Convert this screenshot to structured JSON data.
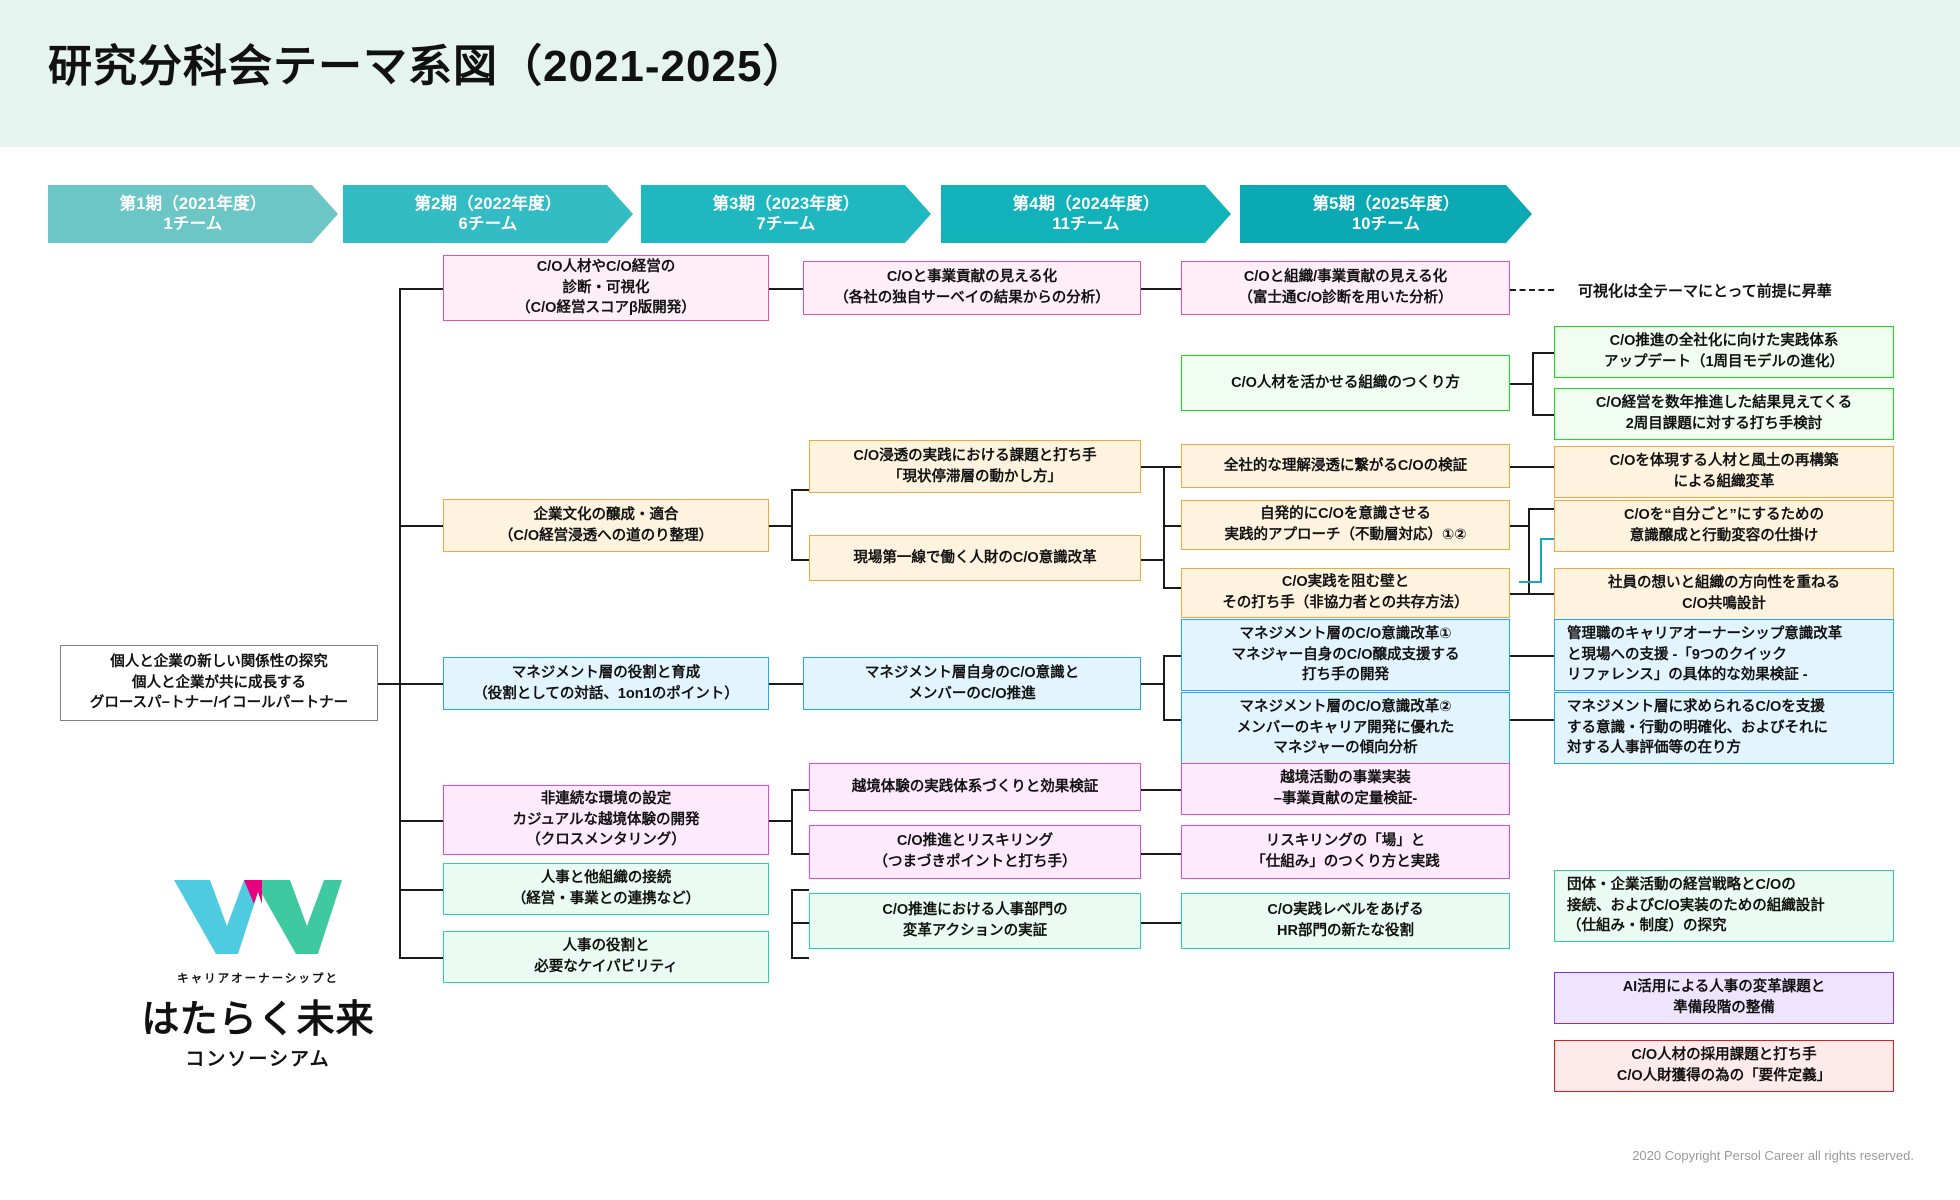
{
  "header": {
    "title": "研究分科会テーマ系図（2021-2025）",
    "band_color": "#e6f4ef"
  },
  "phases": [
    {
      "name": "第1期（2021年度）",
      "teams": "1チーム",
      "color": "#6cc6c6"
    },
    {
      "name": "第2期（2022年度）",
      "teams": "6チーム",
      "color": "#34bcc4"
    },
    {
      "name": "第3期（2023年度）",
      "teams": "7チーム",
      "color": "#20b8c0"
    },
    {
      "name": "第4期（2024年度）",
      "teams": "11チーム",
      "color": "#12b2bb"
    },
    {
      "name": "第5期（2025年度）",
      "teams": "10チーム",
      "color": "#0aa9b4"
    }
  ],
  "annotation": {
    "visualization_note": "可視化は全テーマにとって前提に昇華"
  },
  "nodes": {
    "root": "個人と企業の新しい関係性の探究\n個人と企業が共に成長する\nグロースパ−トナー/イコールパートナー",
    "p2_diag": "C/O人材やC/O経営の\n診断・可視化\n（C/O経営スコアβ版開発）",
    "p2_culture": "企業文化の醸成・適合\n（C/O経営浸透への道のり整理）",
    "p2_mgmt": "マネジメント層の役割と育成\n（役割としての対話、1on1のポイント）",
    "p2_noncontinuous": "非連続な環境の設定\nカジュアルな越境体験の開発\n（クロスメンタリング）",
    "p2_hr_connect": "人事と他組織の接続\n（経営・事業との連携など）",
    "p2_hr_role": "人事の役割と\n必要なケイパビリティ",
    "p3_contrib": "C/Oと事業貢献の見える化\n（各社の独自サーベイの結果からの分析）",
    "p3_penetration": "C/O浸透の実践における課題と打ち手\n「現状停滞層の動かし方」",
    "p3_frontline": "現場第一線で働く人財のC/O意識改革",
    "p3_mgmt_self": "マネジメント層自身のC/O意識と\nメンバーのC/O推進",
    "p3_cross_border": "越境体験の実践体系づくりと効果検証",
    "p3_reskilling": "C/O推進とリスキリング\n（つまづきポイントと打ち手）",
    "p3_hr_action": "C/O推進における人事部門の\n変革アクションの実証",
    "p4_org_contrib": "C/Oと組織/事業貢献の見える化\n（富士通C/O診断を用いた分析）",
    "p4_org_make": "C/O人材を活かせる組織のつくり方",
    "p4_company_wide": "全社的な理解浸透に繋がるC/Oの検証",
    "p4_voluntary": "自発的にC/Oを意識させる\n実践的アプローチ（不動層対応）①②",
    "p4_barrier": "C/O実践を阻む壁と\nその打ち手（非協力者との共存方法）",
    "p4_mgmt1": "マネジメント層のC/O意識改革①\nマネジャー自身のC/O醸成支援する\n打ち手の開発",
    "p4_mgmt2": "マネジメント層のC/O意識改革②\nメンバーのキャリア開発に優れた\nマネジャーの傾向分析",
    "p4_cross_impl": "越境活動の事業実装\n–事業貢献の定量検証-",
    "p4_reskill_place": "リスキリングの「場」と\n「仕組み」のつくり方と実践",
    "p4_hr_newrole": "C/O実践レベルをあげる\nHR部門の新たな役割",
    "p5_whole": "C/O推進の全社化に向けた実践体系\nアップデート（1周目モデルの進化）",
    "p5_second_round": "C/O経営を数年推進した結果見えてくる\n2周目課題に対する打ち手検討",
    "p5_embody": "C/Oを体現する人材と風土の再構築\nによる組織変革",
    "p5_myself": "C/Oを“自分ごと”にするための\n意識醸成と行動変容の仕掛け",
    "p5_resonance": "社員の想いと組織の方向性を重ねる\nC/O共鳴設計",
    "p5_manager_quick": "管理職のキャリアオーナーシップ意識改革\nと現場への支援 -「9つのクイック\nリファレンス」の具体的な効果検証 -",
    "p5_mgmt_support": "マネジメント層に求められるC/Oを支援\nする意識・行動の明確化、およびそれに\n対する人事評価等の在り方",
    "p5_org_design": "団体・企業活動の経営戦略とC/Oの\n接続、およびC/O実装のための組織設計\n（仕組み・制度）の探究",
    "p5_ai": "AI活用による人事の変革課題と\n準備段階の整備",
    "p5_recruit": "C/O人材の採用課題と打ち手\nC/O人財獲得の為の「要件定義」"
  },
  "palette": {
    "pink_border": "#ec4bb0",
    "pink_fill": "#fdeef8",
    "orange_border": "#f0a93c",
    "orange_fill": "#fdf3df",
    "blue_border": "#21aaf0",
    "blue_fill": "#e2f4fd",
    "magenta_border": "#e04ae0",
    "magenta_fill": "#fdeafd",
    "green_border": "#2bd49a",
    "green_fill": "#e9fbf3",
    "brightgreen_border": "#12e312",
    "brightgreen_fill": "#f0fdf0",
    "purple_border": "#7b2ff7",
    "purple_fill": "#eee4fd",
    "red_border": "#e01b1b",
    "red_fill": "#fdeaea",
    "gray_border": "#808080",
    "gray_fill": "#ffffff"
  },
  "logo": {
    "tagline": "キャリアオーナーシップと",
    "main": "はたらく未来",
    "sub": "コンソーシアム",
    "colors": {
      "cyan": "#4ecbe0",
      "green": "#3fc9a0",
      "magenta": "#e6007e"
    }
  },
  "footer": {
    "copyright": "2020 Copyright Persol Career all rights reserved."
  }
}
